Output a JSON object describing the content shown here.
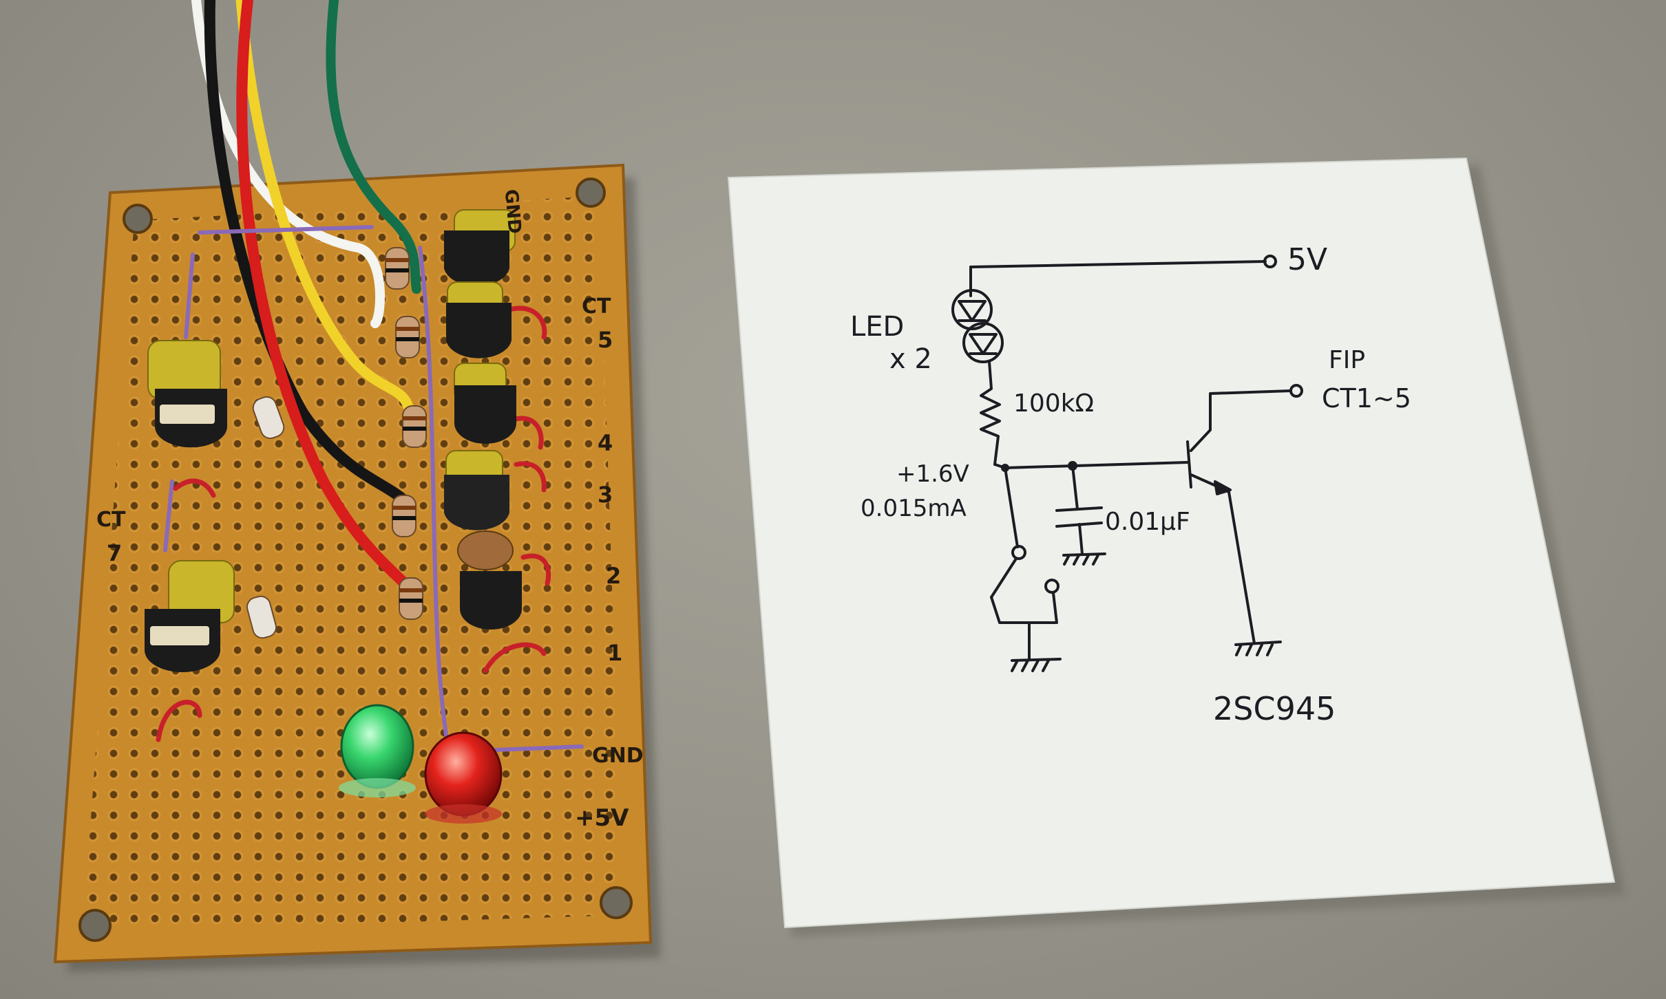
{
  "colors": {
    "background": "#9a978d",
    "board": "#c98a2c",
    "board_dark": "#a86d1d",
    "paper": "#eef0ec",
    "ink": "#1c1c22",
    "led_green": "#39d66e",
    "led_red": "#e3231c",
    "wire_red": "#d81d1d",
    "wire_black": "#151515",
    "wire_yellow": "#f1d22a",
    "wire_green": "#13704a",
    "wire_white": "#f4f4f0",
    "wire_purple": "#8a6ab8",
    "capacitor": "#c9b62a",
    "transistor": "#1b1b1b"
  },
  "board": {
    "labels": {
      "gnd_top": "GND",
      "ct": "CT",
      "ct5": "5",
      "ct4": "4",
      "ct3": "3",
      "ct2": "2",
      "ct1": "1",
      "ct_left": "CT",
      "ct7": "7",
      "gnd_bottom": "GND",
      "v5_bottom": "+5V"
    }
  },
  "schematic": {
    "supply_label": "5V",
    "led_label_line1": "LED",
    "led_label_line2": "x 2",
    "resistor_label": "100kΩ",
    "voltage_label": "+1.6V",
    "current_label": "0.015mA",
    "capacitor_label": "0.01μF",
    "output_label_line1": "FIP",
    "output_label_line2": "CT1~5",
    "transistor_label": "2SC945"
  }
}
